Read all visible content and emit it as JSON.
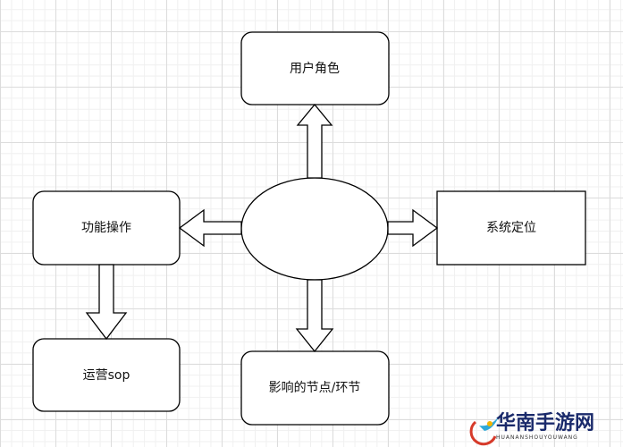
{
  "nodes": {
    "user_role": "用户角色",
    "function_ops": "功能操作",
    "system_position": "系统定位",
    "ops_sop": "运营sop",
    "affected_nodes": "影响的节点/环节",
    "center": ""
  },
  "watermark": {
    "title": "华南手游网",
    "subtitle": "HUANANSHOUYOUWANG"
  },
  "colors": {
    "stroke": "#000000",
    "fill": "#ffffff"
  }
}
